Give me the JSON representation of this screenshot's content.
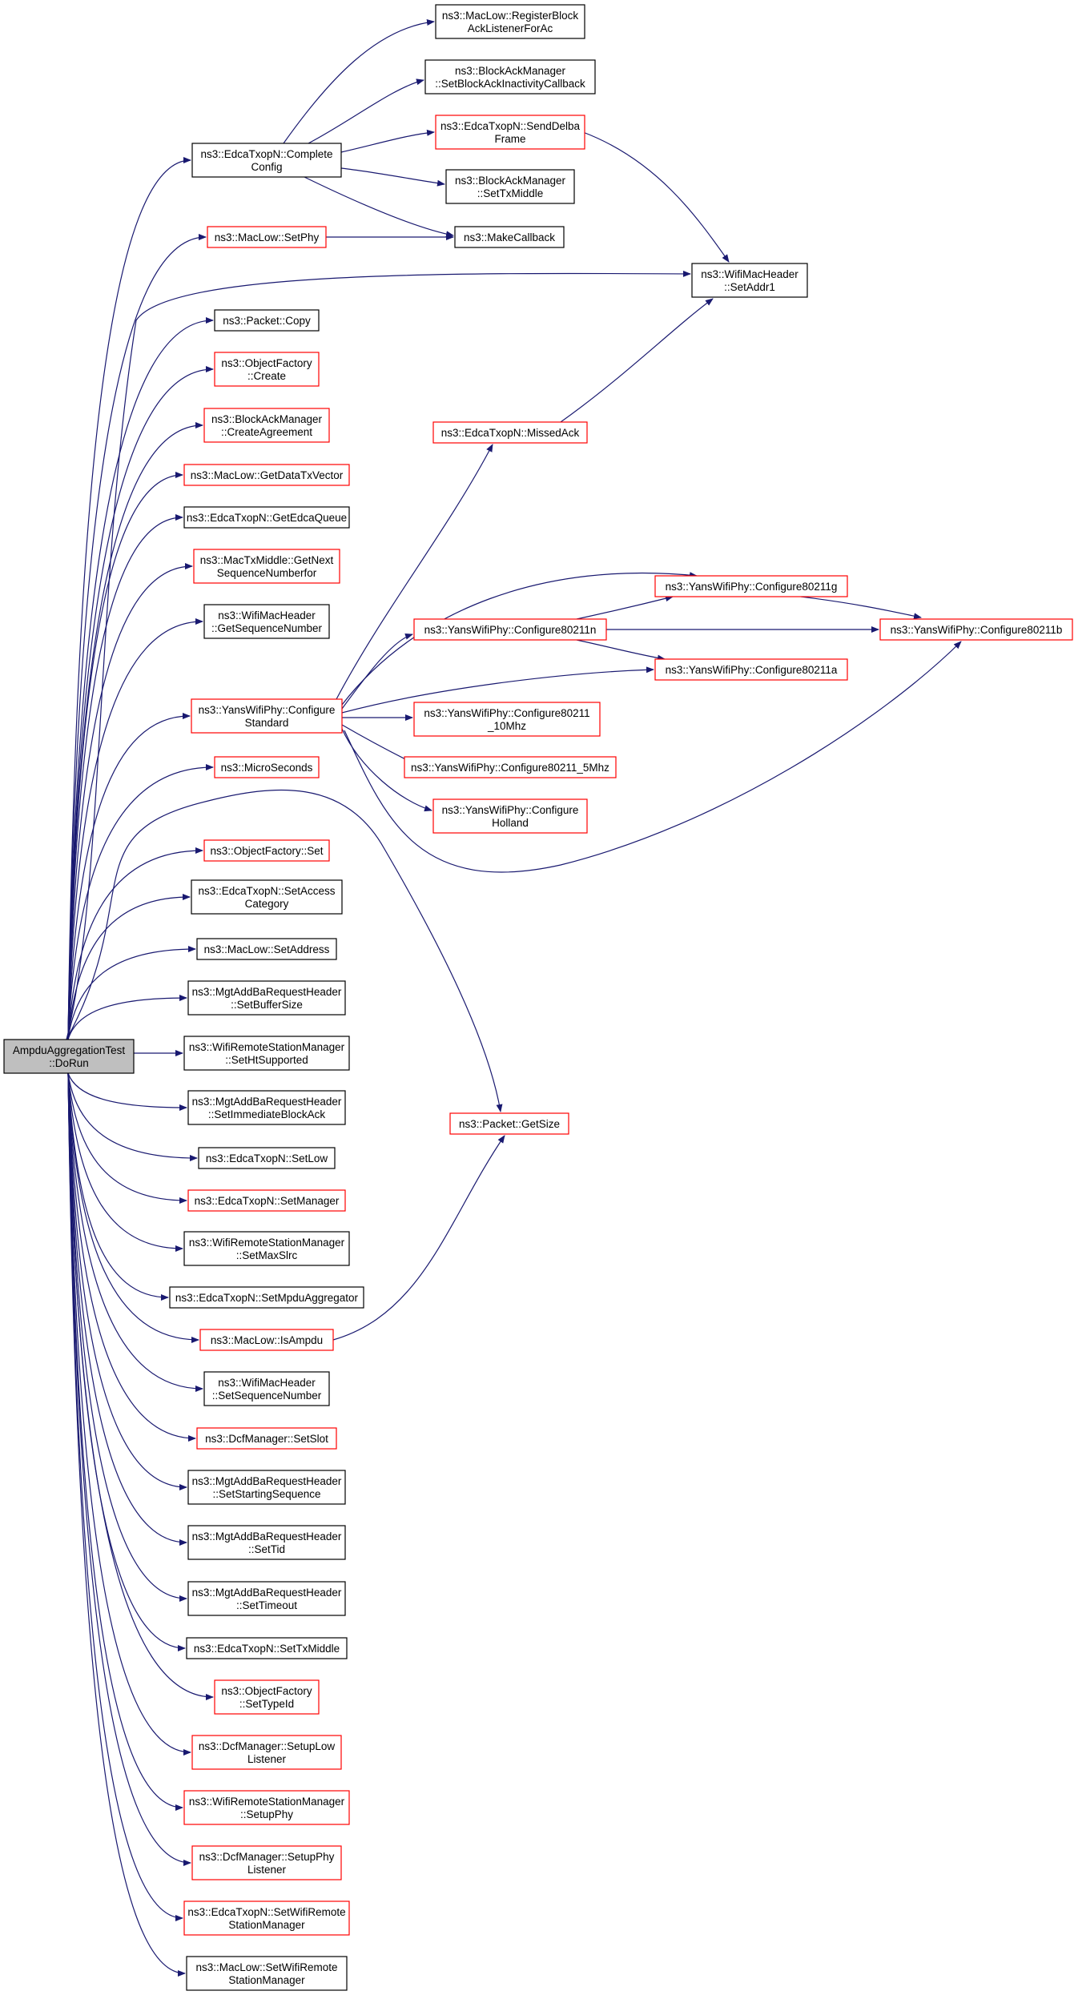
{
  "colors": {
    "edge": "#191970",
    "root_fill": "#bfbfbf",
    "node_fill": "#ffffff",
    "border_normal": "#000000",
    "border_link": "#ff0000"
  },
  "nodes": [
    {
      "id": "root",
      "lines": [
        "AmpduAggregationTest",
        "::DoRun"
      ],
      "style": "root"
    },
    {
      "id": "complete_config",
      "lines": [
        "ns3::EdcaTxopN::Complete",
        "Config"
      ],
      "style": "normal"
    },
    {
      "id": "register_block",
      "lines": [
        "ns3::MacLow::RegisterBlock",
        "AckListenerForAc"
      ],
      "style": "normal"
    },
    {
      "id": "set_block_inactivity",
      "lines": [
        "ns3::BlockAckManager",
        "::SetBlockAckInactivityCallback"
      ],
      "style": "normal"
    },
    {
      "id": "send_delba",
      "lines": [
        "ns3::EdcaTxopN::SendDelba",
        "Frame"
      ],
      "style": "link"
    },
    {
      "id": "bam_set_tx_middle",
      "lines": [
        "ns3::BlockAckManager",
        "::SetTxMiddle"
      ],
      "style": "normal"
    },
    {
      "id": "make_callback",
      "lines": [
        "ns3::MakeCallback"
      ],
      "style": "normal"
    },
    {
      "id": "maclow_set_phy",
      "lines": [
        "ns3::MacLow::SetPhy"
      ],
      "style": "link"
    },
    {
      "id": "set_addr1",
      "lines": [
        "ns3::WifiMacHeader",
        "::SetAddr1"
      ],
      "style": "normal"
    },
    {
      "id": "packet_copy",
      "lines": [
        "ns3::Packet::Copy"
      ],
      "style": "normal"
    },
    {
      "id": "of_create",
      "lines": [
        "ns3::ObjectFactory",
        "::Create"
      ],
      "style": "link"
    },
    {
      "id": "create_agreement",
      "lines": [
        "ns3::BlockAckManager",
        "::CreateAgreement"
      ],
      "style": "link"
    },
    {
      "id": "missed_ack",
      "lines": [
        "ns3::EdcaTxopN::MissedAck"
      ],
      "style": "link"
    },
    {
      "id": "get_data_tx_vector",
      "lines": [
        "ns3::MacLow::GetDataTxVector"
      ],
      "style": "link"
    },
    {
      "id": "get_edca_queue",
      "lines": [
        "ns3::EdcaTxopN::GetEdcaQueue"
      ],
      "style": "normal"
    },
    {
      "id": "get_next_seq",
      "lines": [
        "ns3::MacTxMiddle::GetNext",
        "SequenceNumberfor"
      ],
      "style": "link"
    },
    {
      "id": "configure_g",
      "lines": [
        "ns3::YansWifiPhy::Configure80211g"
      ],
      "style": "link"
    },
    {
      "id": "configure_n",
      "lines": [
        "ns3::YansWifiPhy::Configure80211n"
      ],
      "style": "link"
    },
    {
      "id": "configure_b",
      "lines": [
        "ns3::YansWifiPhy::Configure80211b"
      ],
      "style": "link"
    },
    {
      "id": "get_seq_number",
      "lines": [
        "ns3::WifiMacHeader",
        "::GetSequenceNumber"
      ],
      "style": "normal"
    },
    {
      "id": "configure_a",
      "lines": [
        "ns3::YansWifiPhy::Configure80211a"
      ],
      "style": "link"
    },
    {
      "id": "configure_standard",
      "lines": [
        "ns3::YansWifiPhy::Configure",
        "Standard"
      ],
      "style": "link"
    },
    {
      "id": "configure_10mhz",
      "lines": [
        "ns3::YansWifiPhy::Configure80211",
        "_10Mhz"
      ],
      "style": "link"
    },
    {
      "id": "configure_5mhz",
      "lines": [
        "ns3::YansWifiPhy::Configure80211_5Mhz"
      ],
      "style": "link"
    },
    {
      "id": "micro_seconds",
      "lines": [
        "ns3::MicroSeconds"
      ],
      "style": "link"
    },
    {
      "id": "configure_holland",
      "lines": [
        "ns3::YansWifiPhy::Configure",
        "Holland"
      ],
      "style": "link"
    },
    {
      "id": "of_set",
      "lines": [
        "ns3::ObjectFactory::Set"
      ],
      "style": "link"
    },
    {
      "id": "set_access_category",
      "lines": [
        "ns3::EdcaTxopN::SetAccess",
        "Category"
      ],
      "style": "normal"
    },
    {
      "id": "maclow_set_address",
      "lines": [
        "ns3::MacLow::SetAddress"
      ],
      "style": "normal"
    },
    {
      "id": "set_buffer_size",
      "lines": [
        "ns3::MgtAddBaRequestHeader",
        "::SetBufferSize"
      ],
      "style": "normal"
    },
    {
      "id": "set_ht_supported",
      "lines": [
        "ns3::WifiRemoteStationManager",
        "::SetHtSupported"
      ],
      "style": "normal"
    },
    {
      "id": "set_immediate_block_ack",
      "lines": [
        "ns3::MgtAddBaRequestHeader",
        "::SetImmediateBlockAck"
      ],
      "style": "normal"
    },
    {
      "id": "packet_get_size",
      "lines": [
        "ns3::Packet::GetSize"
      ],
      "style": "link"
    },
    {
      "id": "edca_set_low",
      "lines": [
        "ns3::EdcaTxopN::SetLow"
      ],
      "style": "normal"
    },
    {
      "id": "edca_set_manager",
      "lines": [
        "ns3::EdcaTxopN::SetManager"
      ],
      "style": "link"
    },
    {
      "id": "set_max_slrc",
      "lines": [
        "ns3::WifiRemoteStationManager",
        "::SetMaxSlrc"
      ],
      "style": "normal"
    },
    {
      "id": "set_mpdu_aggregator",
      "lines": [
        "ns3::EdcaTxopN::SetMpduAggregator"
      ],
      "style": "normal"
    },
    {
      "id": "is_ampdu",
      "lines": [
        "ns3::MacLow::IsAmpdu"
      ],
      "style": "link"
    },
    {
      "id": "set_sequence_number",
      "lines": [
        "ns3::WifiMacHeader",
        "::SetSequenceNumber"
      ],
      "style": "normal"
    },
    {
      "id": "dcf_set_slot",
      "lines": [
        "ns3::DcfManager::SetSlot"
      ],
      "style": "link"
    },
    {
      "id": "set_starting_sequence",
      "lines": [
        "ns3::MgtAddBaRequestHeader",
        "::SetStartingSequence"
      ],
      "style": "normal"
    },
    {
      "id": "set_tid",
      "lines": [
        "ns3::MgtAddBaRequestHeader",
        "::SetTid"
      ],
      "style": "normal"
    },
    {
      "id": "set_timeout",
      "lines": [
        "ns3::MgtAddBaRequestHeader",
        "::SetTimeout"
      ],
      "style": "normal"
    },
    {
      "id": "edca_set_tx_middle",
      "lines": [
        "ns3::EdcaTxopN::SetTxMiddle"
      ],
      "style": "normal"
    },
    {
      "id": "of_set_type_id",
      "lines": [
        "ns3::ObjectFactory",
        "::SetTypeId"
      ],
      "style": "link"
    },
    {
      "id": "setup_low_listener",
      "lines": [
        "ns3::DcfManager::SetupLow",
        "Listener"
      ],
      "style": "link"
    },
    {
      "id": "wrsm_setup_phy",
      "lines": [
        "ns3::WifiRemoteStationManager",
        "::SetupPhy"
      ],
      "style": "link"
    },
    {
      "id": "setup_phy_listener",
      "lines": [
        "ns3::DcfManager::SetupPhy",
        "Listener"
      ],
      "style": "link"
    },
    {
      "id": "edca_set_wifi_rsm",
      "lines": [
        "ns3::EdcaTxopN::SetWifiRemote",
        "StationManager"
      ],
      "style": "link"
    },
    {
      "id": "maclow_set_wifi_rsm",
      "lines": [
        "ns3::MacLow::SetWifiRemote",
        "StationManager"
      ],
      "style": "normal"
    }
  ],
  "edges": [
    {
      "from": "root",
      "to": "complete_config"
    },
    {
      "from": "root",
      "to": "maclow_set_phy"
    },
    {
      "from": "root",
      "to": "set_addr1"
    },
    {
      "from": "root",
      "to": "packet_copy"
    },
    {
      "from": "root",
      "to": "of_create"
    },
    {
      "from": "root",
      "to": "create_agreement"
    },
    {
      "from": "root",
      "to": "get_data_tx_vector"
    },
    {
      "from": "root",
      "to": "get_edca_queue"
    },
    {
      "from": "root",
      "to": "get_next_seq"
    },
    {
      "from": "root",
      "to": "get_seq_number"
    },
    {
      "from": "root",
      "to": "configure_standard"
    },
    {
      "from": "root",
      "to": "micro_seconds"
    },
    {
      "from": "root",
      "to": "packet_get_size"
    },
    {
      "from": "root",
      "to": "of_set"
    },
    {
      "from": "root",
      "to": "set_access_category"
    },
    {
      "from": "root",
      "to": "maclow_set_address"
    },
    {
      "from": "root",
      "to": "set_buffer_size"
    },
    {
      "from": "root",
      "to": "set_ht_supported"
    },
    {
      "from": "root",
      "to": "set_immediate_block_ack"
    },
    {
      "from": "root",
      "to": "edca_set_low"
    },
    {
      "from": "root",
      "to": "edca_set_manager"
    },
    {
      "from": "root",
      "to": "set_max_slrc"
    },
    {
      "from": "root",
      "to": "set_mpdu_aggregator"
    },
    {
      "from": "root",
      "to": "is_ampdu"
    },
    {
      "from": "root",
      "to": "set_sequence_number"
    },
    {
      "from": "root",
      "to": "dcf_set_slot"
    },
    {
      "from": "root",
      "to": "set_starting_sequence"
    },
    {
      "from": "root",
      "to": "set_tid"
    },
    {
      "from": "root",
      "to": "set_timeout"
    },
    {
      "from": "root",
      "to": "edca_set_tx_middle"
    },
    {
      "from": "root",
      "to": "of_set_type_id"
    },
    {
      "from": "root",
      "to": "setup_low_listener"
    },
    {
      "from": "root",
      "to": "wrsm_setup_phy"
    },
    {
      "from": "root",
      "to": "setup_phy_listener"
    },
    {
      "from": "root",
      "to": "edca_set_wifi_rsm"
    },
    {
      "from": "root",
      "to": "maclow_set_wifi_rsm"
    },
    {
      "from": "complete_config",
      "to": "register_block"
    },
    {
      "from": "complete_config",
      "to": "set_block_inactivity"
    },
    {
      "from": "complete_config",
      "to": "send_delba"
    },
    {
      "from": "complete_config",
      "to": "bam_set_tx_middle"
    },
    {
      "from": "complete_config",
      "to": "make_callback"
    },
    {
      "from": "maclow_set_phy",
      "to": "make_callback"
    },
    {
      "from": "send_delba",
      "to": "set_addr1"
    },
    {
      "from": "missed_ack",
      "to": "set_addr1"
    },
    {
      "from": "configure_standard",
      "to": "missed_ack"
    },
    {
      "from": "configure_standard",
      "to": "configure_g"
    },
    {
      "from": "configure_standard",
      "to": "configure_n"
    },
    {
      "from": "configure_standard",
      "to": "configure_a"
    },
    {
      "from": "configure_standard",
      "to": "configure_10mhz"
    },
    {
      "from": "configure_standard",
      "to": "configure_5mhz"
    },
    {
      "from": "configure_standard",
      "to": "configure_holland"
    },
    {
      "from": "configure_standard",
      "to": "configure_b"
    },
    {
      "from": "configure_n",
      "to": "configure_g"
    },
    {
      "from": "configure_n",
      "to": "configure_b"
    },
    {
      "from": "configure_n",
      "to": "configure_a"
    },
    {
      "from": "configure_g",
      "to": "configure_b"
    },
    {
      "from": "is_ampdu",
      "to": "packet_get_size"
    }
  ]
}
